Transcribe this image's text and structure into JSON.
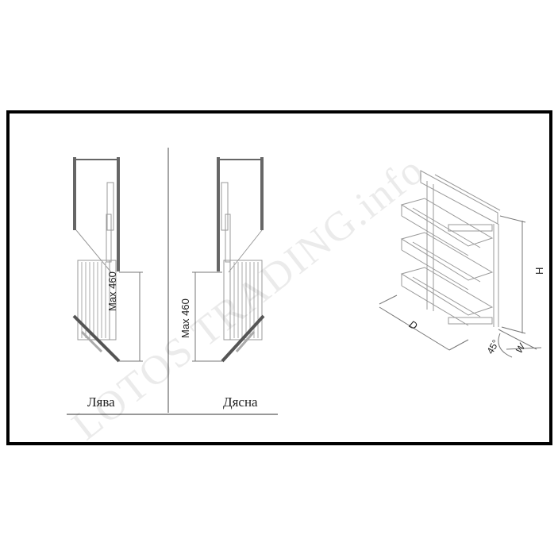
{
  "diagram": {
    "left_view": {
      "label": "Лява",
      "dimension": "Max 460"
    },
    "right_view": {
      "label": "Дясна",
      "dimension": "Max 460"
    },
    "iso_view": {
      "dim_height": "H",
      "dim_depth": "D",
      "dim_width": "W",
      "angle": "45°"
    },
    "watermark": "LOTOS TRADING.info",
    "colors": {
      "frame": "#000000",
      "panel": "#555555",
      "line": "#888888"
    }
  }
}
